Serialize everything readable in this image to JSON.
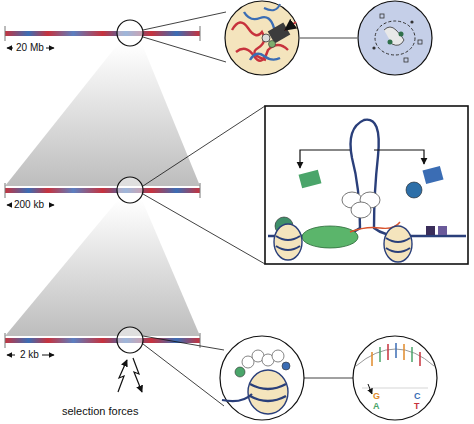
{
  "diagram": {
    "labels": [
      "20 Mb",
      "200 kb",
      "2 kb",
      "selection forces",
      "G",
      "A",
      "C",
      "T"
    ]
  }
}
